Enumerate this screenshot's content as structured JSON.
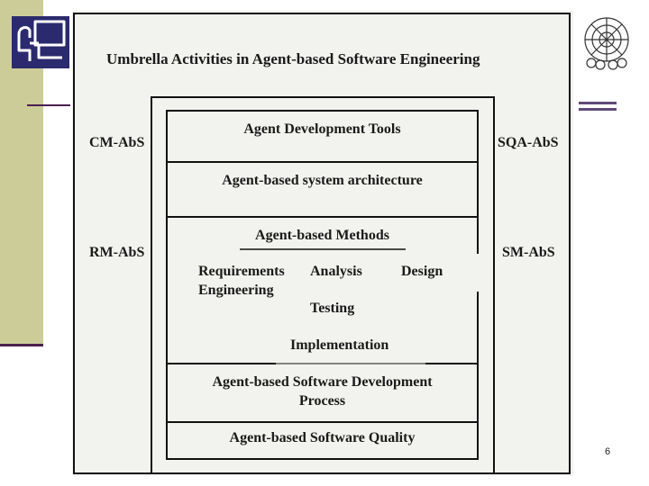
{
  "diagram": {
    "title": "Umbrella Activities in Agent-based Software Engineering",
    "left_labels": [
      "CM-AbS",
      "RM-AbS"
    ],
    "right_labels": [
      "SQA-AbS",
      "SM-AbS"
    ],
    "layers": [
      "Agent Development Tools",
      "Agent-based system architecture"
    ],
    "methods": {
      "heading": "Agent-based Methods",
      "requirements": [
        "Requirements",
        "Engineering"
      ],
      "analysis": "Analysis",
      "design": "Design",
      "testing": "Testing",
      "implementation": "Implementation"
    },
    "process": [
      "Agent-based Software Development",
      "Process"
    ],
    "quality": "Agent-based Software Quality"
  },
  "slide": {
    "page_number": "6"
  },
  "colors": {
    "side_bar": "#cccc99",
    "accent": "#4b1f4f",
    "logo_blue": "#2b2a6e"
  },
  "icons": {
    "left_logo": "computer-person-icon",
    "right_logo": "university-emblem-icon"
  }
}
